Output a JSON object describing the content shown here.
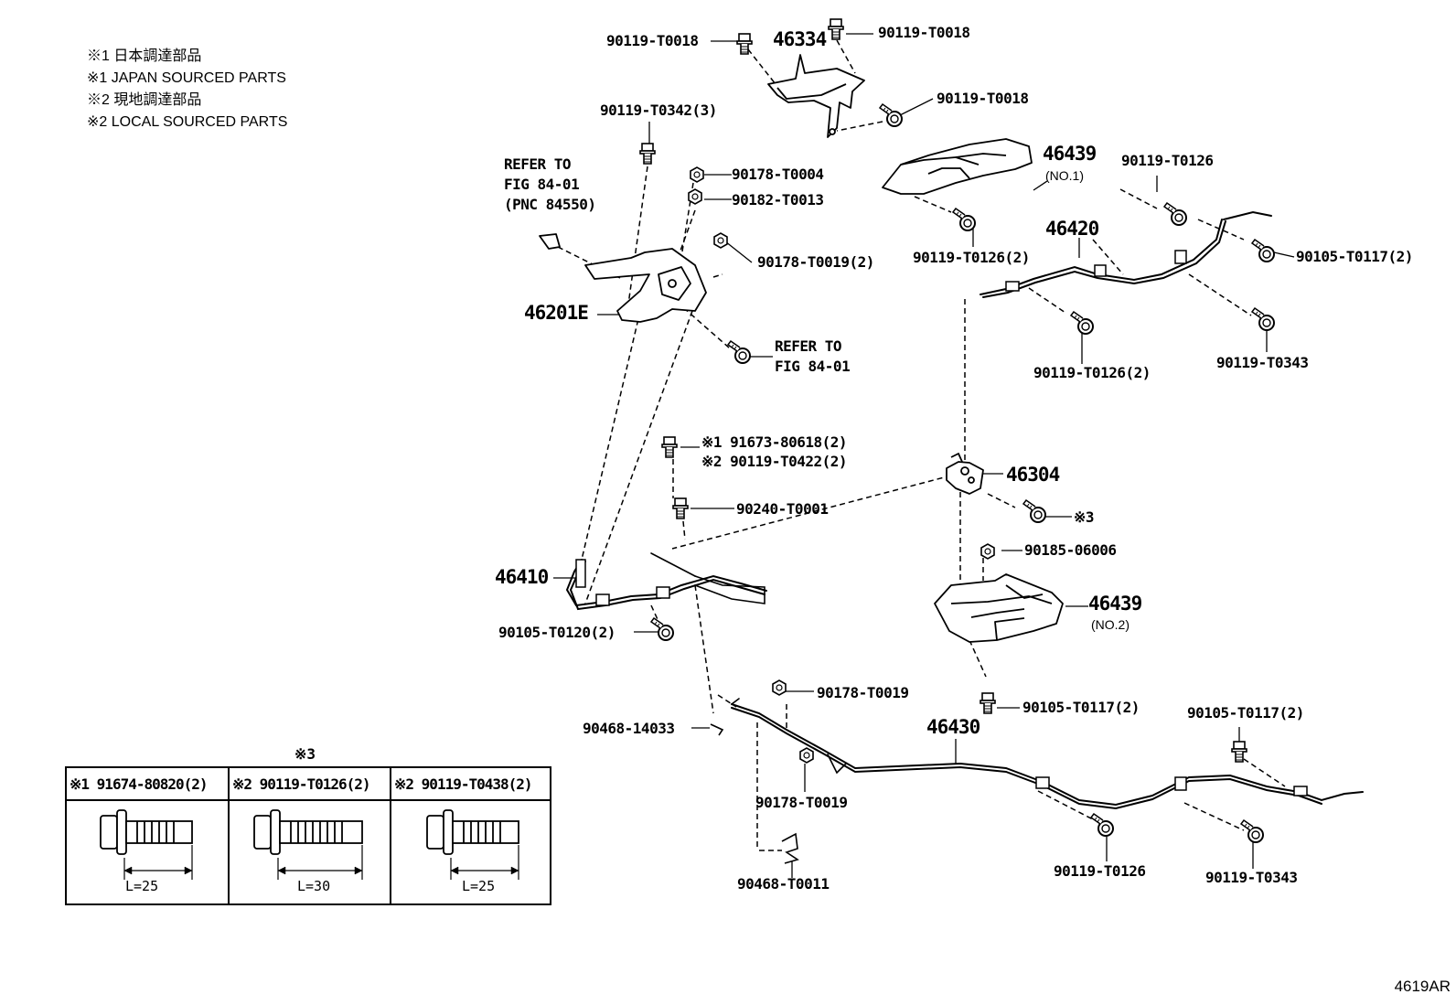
{
  "notes": [
    "※1 日本調達部品",
    "※1 JAPAN SOURCED PARTS",
    "※2 現地調達部品",
    "※2 LOCAL SOURCED PARTS"
  ],
  "figure_code": "4619AR",
  "references": {
    "lever_ref": "REFER TO\nFIG 84-01\n(PNC 84550)",
    "bolt_ref": "REFER TO\nFIG 84-01"
  },
  "parts": {
    "p46334": "46334",
    "p46201E": "46201E",
    "p46439_1": "46439",
    "p46439_1_sub": "(NO.1)",
    "p46420": "46420",
    "p46304": "46304",
    "p46410": "46410",
    "p46439_2": "46439",
    "p46439_2_sub": "(NO.2)",
    "p46430": "46430",
    "b_t0018_a": "90119-T0018",
    "b_t0018_b": "90119-T0018",
    "b_t0018_c": "90119-T0018",
    "b_t0342": "90119-T0342(3)",
    "n_t0004": "90178-T0004",
    "w_t0013": "90182-T0013",
    "n_t0019_2": "90178-T0019(2)",
    "b_t0126_top": "90119-T0126",
    "b_t0126_2a": "90119-T0126(2)",
    "b_t0117_2a": "90105-T0117(2)",
    "b_t0126_2b": "90119-T0126(2)",
    "b_t0343_a": "90119-T0343",
    "s1_91673": "※1 91673-80618(2)",
    "s2_t0422": "※2 90119-T0422(2)",
    "pin_t0001": "90240-T0001",
    "star3_ref": "※3",
    "c_06006": "90185-06006",
    "b_t0120": "90105-T0120(2)",
    "n_t0019_b": "90178-T0019",
    "b_t0117_2b": "90105-T0117(2)",
    "cl_14033": "90468-14033",
    "b_t0117_2c": "90105-T0117(2)",
    "n_t0019_c": "90178-T0019",
    "cl_t0011": "90468-T0011",
    "b_t0126_bot": "90119-T0126",
    "b_t0343_b": "90119-T0343"
  },
  "legend": {
    "title": "※3",
    "columns": [
      {
        "header": "※1 91674-80820(2)",
        "length": "L=25"
      },
      {
        "header": "※2 90119-T0126(2)",
        "length": "L=30"
      },
      {
        "header": "※2 90119-T0438(2)",
        "length": "L=25"
      }
    ]
  }
}
